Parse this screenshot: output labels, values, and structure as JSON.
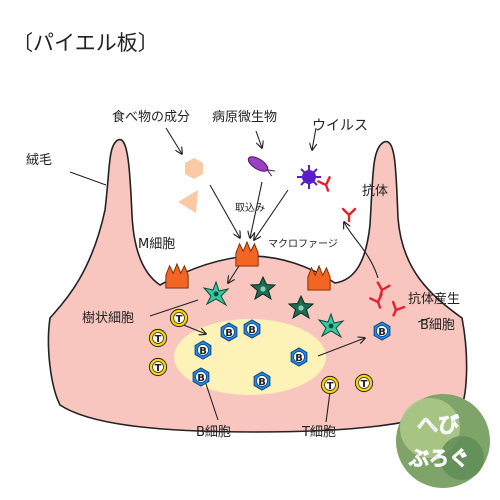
{
  "title": "〔パイエル板〕",
  "labels": {
    "villus": "絨毛",
    "food": "食べ物の成分",
    "pathogen": "病原微生物",
    "virus": "ウイルス",
    "antibody": "抗体",
    "uptake": "取込み",
    "m_cell": "M細胞",
    "macrophage": "マクロファージ",
    "dendritic": "樹状細胞",
    "antibody_production": "抗体産生",
    "b_cell_right": "B細胞",
    "b_cell_bottom": "B細胞",
    "t_cell_bottom": "T細胞"
  },
  "cell_letters": {
    "b": "B",
    "t": "T"
  },
  "logo": {
    "line1": "へび",
    "line2": "ぶろぐ"
  },
  "colors": {
    "tissue": "#f8c6bf",
    "outline": "#222222",
    "follicle": "#fdf2b8",
    "b_cell": "#1e88e5",
    "t_cell": "#ffd400",
    "m_cell": "#f26522",
    "macrophage": "#1e6b52",
    "dendritic": "#35c9a2",
    "food": "#fbc9a4",
    "pathogen": "#9b3fc0",
    "virus": "#5a1fc4",
    "antibody": "#e8212b"
  }
}
